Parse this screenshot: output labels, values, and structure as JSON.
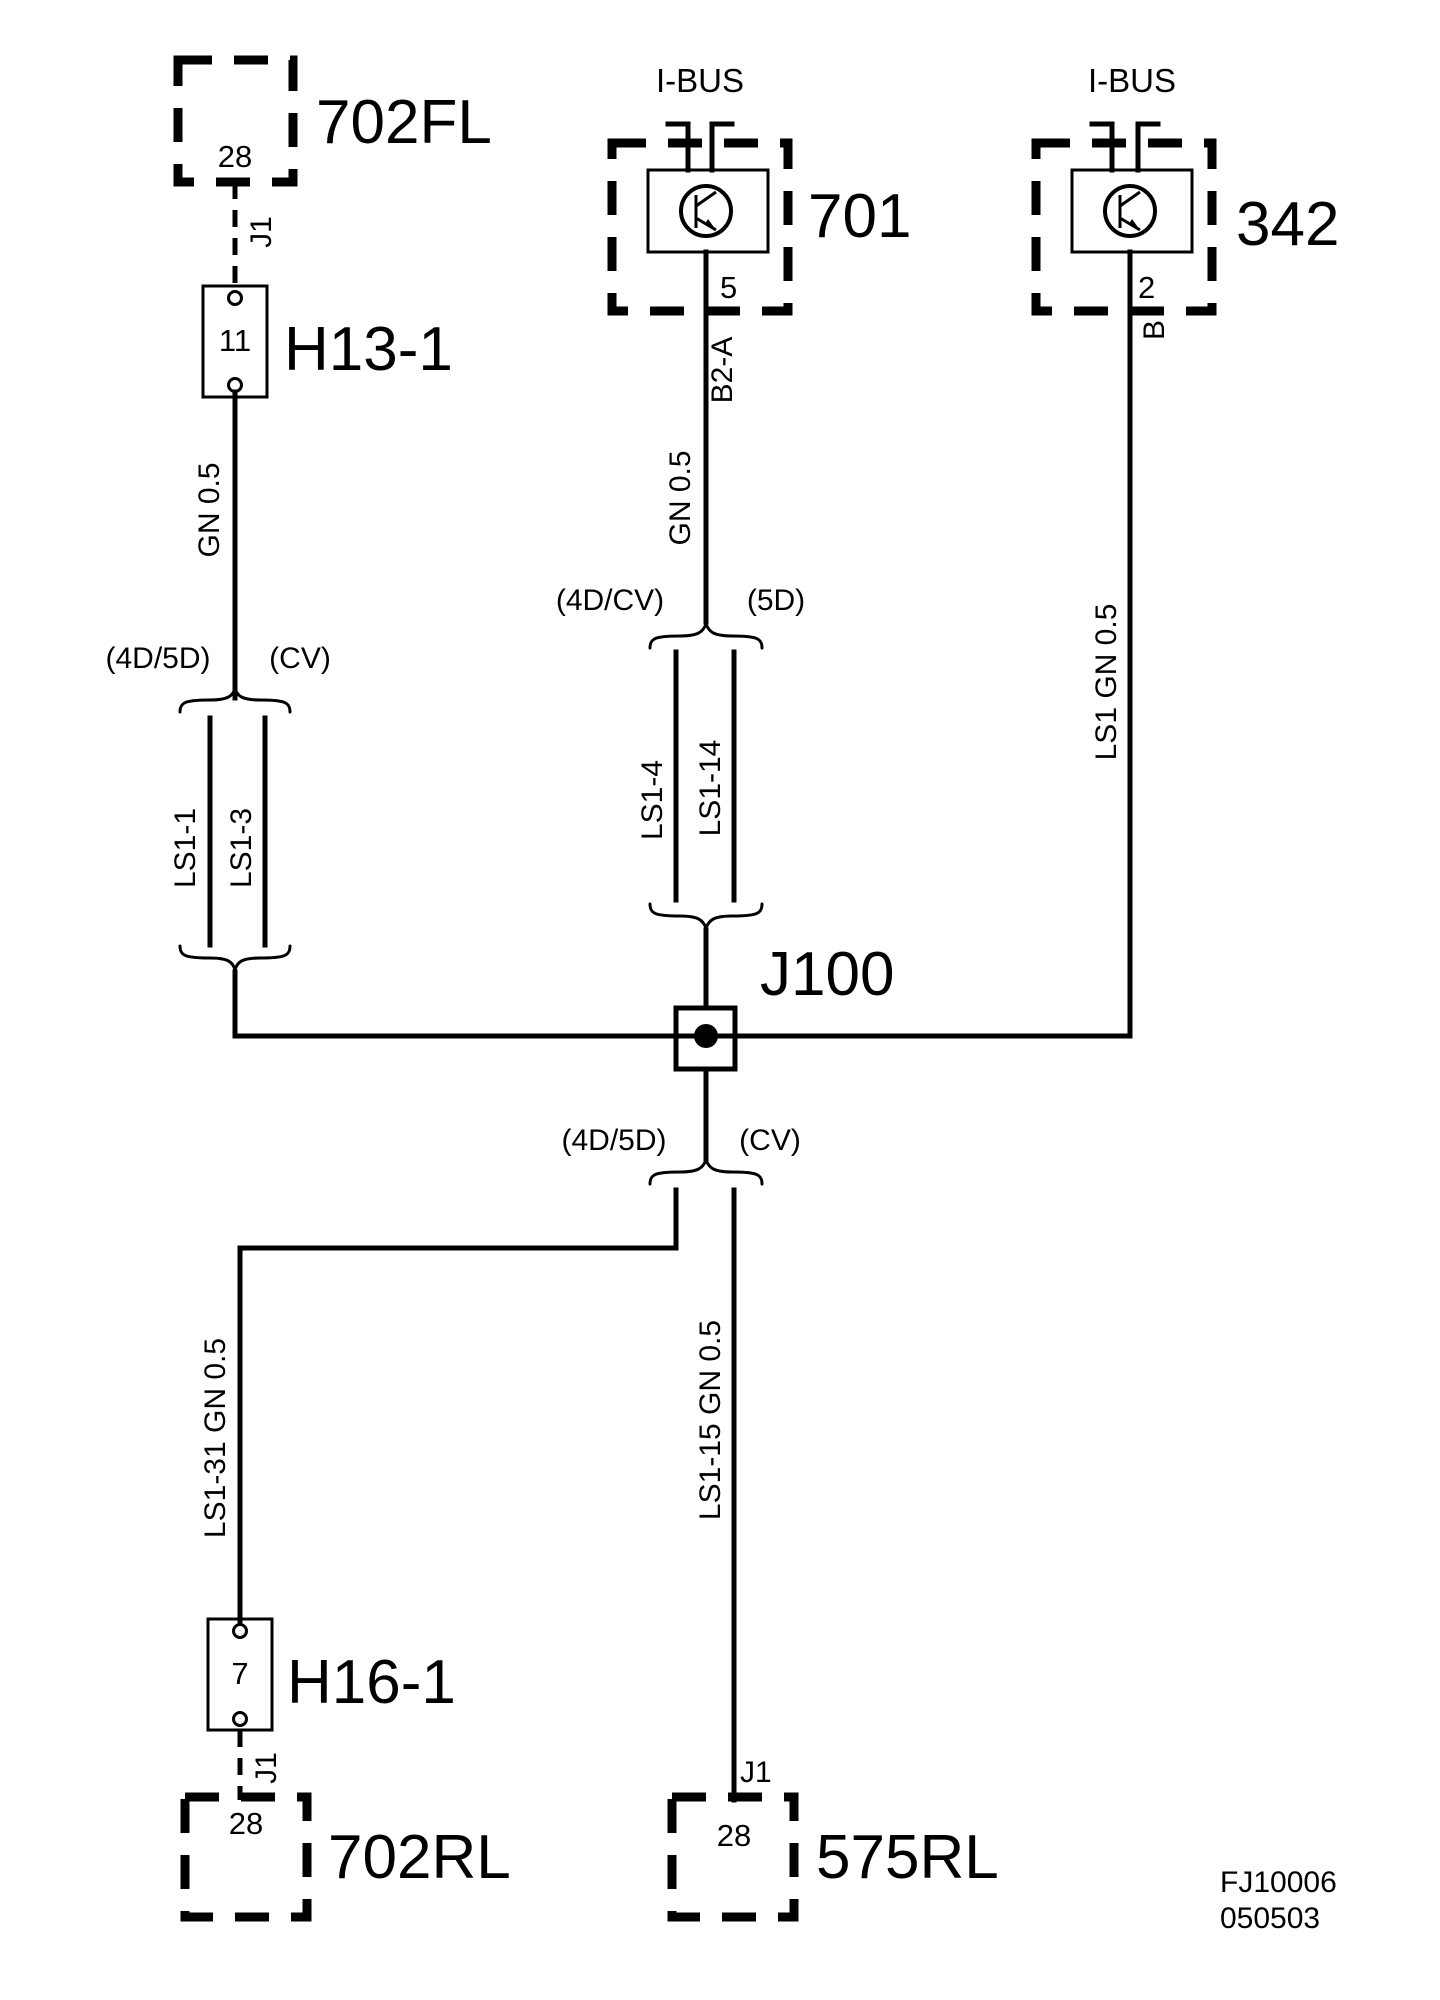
{
  "components": {
    "c702fl": {
      "ref": "702FL",
      "pin": "28",
      "conn": "J1"
    },
    "c701": {
      "ref": "701",
      "bus": "I-BUS",
      "pin": "5"
    },
    "c342": {
      "ref": "342",
      "bus": "I-BUS",
      "pin": "2"
    },
    "h13": {
      "ref": "H13-1",
      "pin": "11"
    },
    "h16": {
      "ref": "H16-1",
      "pin": "7",
      "conn": "J1"
    },
    "j100": {
      "ref": "J100"
    },
    "c702rl": {
      "ref": "702RL",
      "pin": "28"
    },
    "c575rl": {
      "ref": "575RL",
      "pin": "28",
      "conn": "J1"
    }
  },
  "wires": {
    "w1": {
      "label": "GN  0.5"
    },
    "w2": {
      "label": "GN 0.5",
      "pin_label": "B2-A"
    },
    "w3": {
      "label": "LS1  GN  0.5",
      "pin_label": "B"
    },
    "w4": {
      "label": "LS1-31 GN  0.5"
    },
    "w5": {
      "label": "LS1-15 GN 0.5"
    }
  },
  "variants": {
    "v1": {
      "left": "(4D/5D)",
      "right": "(CV)",
      "a": "LS1-1",
      "b": "LS1-3"
    },
    "v2": {
      "left": "(4D/CV)",
      "right": "(5D)",
      "a": "LS1-4",
      "b": "LS1-14"
    },
    "v3": {
      "left": "(4D/5D)",
      "right": "(CV)"
    }
  },
  "footer": {
    "code": "FJ10006",
    "date": "050503"
  }
}
